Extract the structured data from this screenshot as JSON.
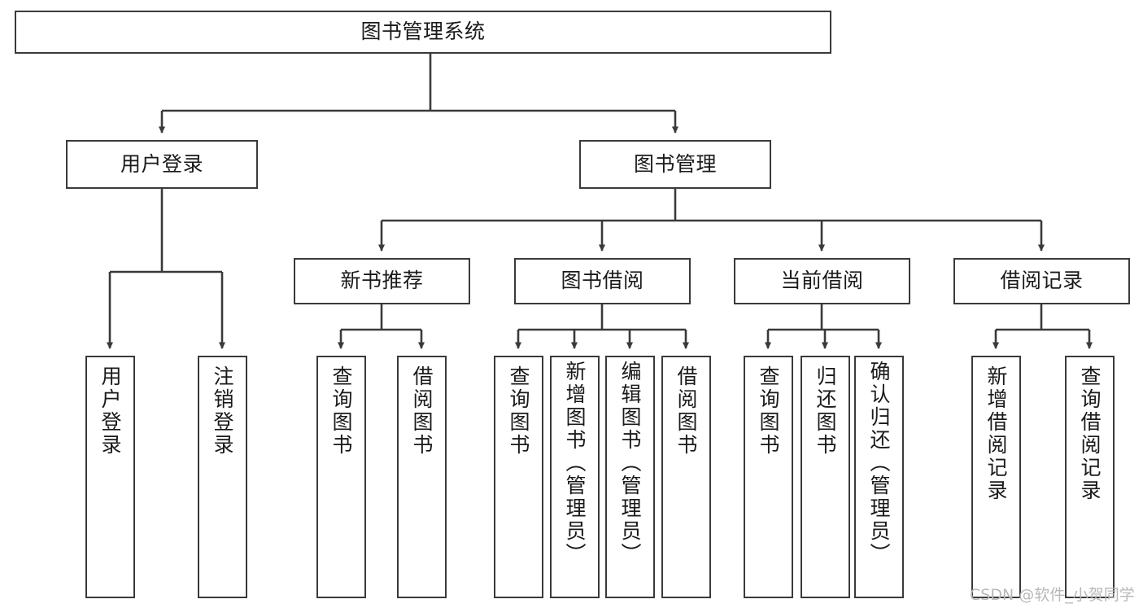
{
  "diagram": {
    "title": "图书管理系统",
    "type": "tree",
    "colors": {
      "stroke": "#3a3a3a",
      "fill": "#ffffff",
      "text": "#1a1a1a",
      "watermark": "#b8b8b8"
    },
    "nodes": {
      "root": {
        "label": "图书管理系统"
      },
      "level2": [
        {
          "id": "user-login",
          "label": "用户登录"
        },
        {
          "id": "book-manage",
          "label": "图书管理"
        }
      ],
      "level3": [
        {
          "id": "new-book-recommend",
          "label": "新书推荐"
        },
        {
          "id": "book-borrow",
          "label": "图书借阅"
        },
        {
          "id": "current-borrow",
          "label": "当前借阅"
        },
        {
          "id": "borrow-record",
          "label": "借阅记录"
        }
      ],
      "leaves": {
        "user_login": [
          {
            "id": "leaf-user-login",
            "label": "用户登录"
          },
          {
            "id": "leaf-user-logout",
            "label": "注销登录"
          }
        ],
        "new_book_recommend": [
          {
            "id": "leaf-query-book-1",
            "label": "查询图书"
          },
          {
            "id": "leaf-borrow-book-1",
            "label": "借阅图书"
          }
        ],
        "book_borrow": [
          {
            "id": "leaf-query-book-2",
            "label": "查询图书"
          },
          {
            "id": "leaf-add-book",
            "label": "新增图书（管理员）"
          },
          {
            "id": "leaf-edit-book",
            "label": "编辑图书（管理员）"
          },
          {
            "id": "leaf-borrow-book-2",
            "label": "借阅图书"
          }
        ],
        "current_borrow": [
          {
            "id": "leaf-query-book-3",
            "label": "查询图书"
          },
          {
            "id": "leaf-return-book",
            "label": "归还图书"
          },
          {
            "id": "leaf-confirm-return",
            "label": "确认归还（管理员）"
          }
        ],
        "borrow_record": [
          {
            "id": "leaf-add-record",
            "label": "新增借阅记录"
          },
          {
            "id": "leaf-query-record",
            "label": "查询借阅记录"
          }
        ]
      }
    }
  },
  "watermark": {
    "text": "CSDN @软件_小贺同学"
  }
}
